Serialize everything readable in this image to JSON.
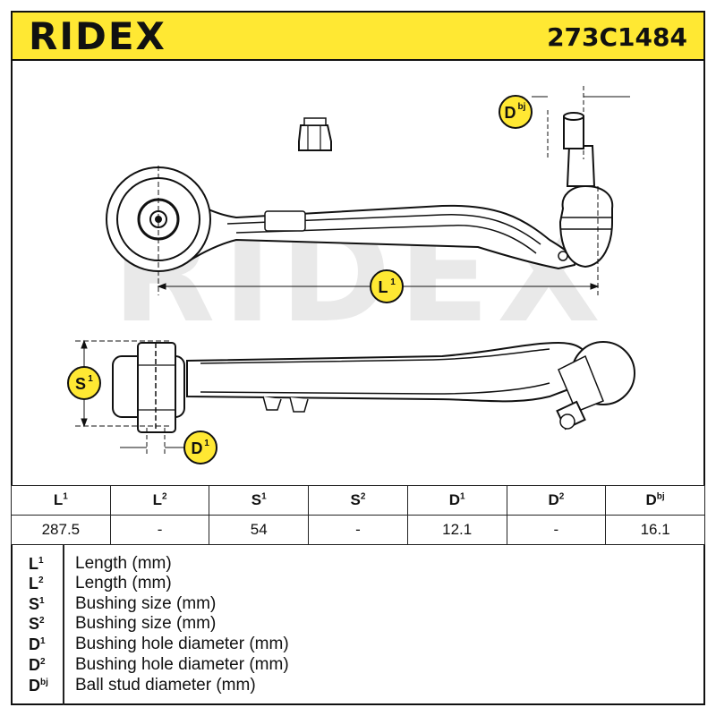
{
  "header": {
    "brand": "RIDEX",
    "part_number": "273C1484"
  },
  "drawing": {
    "watermark": "RIDEX",
    "labels": {
      "dbj": "D",
      "dbj_sup": "bj",
      "l1": "L",
      "l1_sup": "1",
      "s1": "S",
      "s1_sup": "1",
      "d1": "D",
      "d1_sup": "1"
    },
    "colors": {
      "label_bg": "#ffe833",
      "watermark": "#e9e9e9"
    }
  },
  "table": {
    "headers": [
      {
        "sym": "L",
        "sup": "1"
      },
      {
        "sym": "L",
        "sup": "2"
      },
      {
        "sym": "S",
        "sup": "1"
      },
      {
        "sym": "S",
        "sup": "2"
      },
      {
        "sym": "D",
        "sup": "1"
      },
      {
        "sym": "D",
        "sup": "2"
      },
      {
        "sym": "D",
        "sup": "bj"
      }
    ],
    "values": [
      "287.5",
      "-",
      "54",
      "-",
      "12.1",
      "-",
      "16.1"
    ]
  },
  "legend": [
    {
      "sym": "L",
      "sup": "1",
      "desc": "Length (mm)"
    },
    {
      "sym": "L",
      "sup": "2",
      "desc": "Length (mm)"
    },
    {
      "sym": "S",
      "sup": "1",
      "desc": "Bushing size (mm)"
    },
    {
      "sym": "S",
      "sup": "2",
      "desc": "Bushing size (mm)"
    },
    {
      "sym": "D",
      "sup": "1",
      "desc": "Bushing hole diameter (mm)"
    },
    {
      "sym": "D",
      "sup": "2",
      "desc": "Bushing hole diameter (mm)"
    },
    {
      "sym": "D",
      "sup": "bj",
      "desc": "Ball stud diameter (mm)"
    }
  ]
}
